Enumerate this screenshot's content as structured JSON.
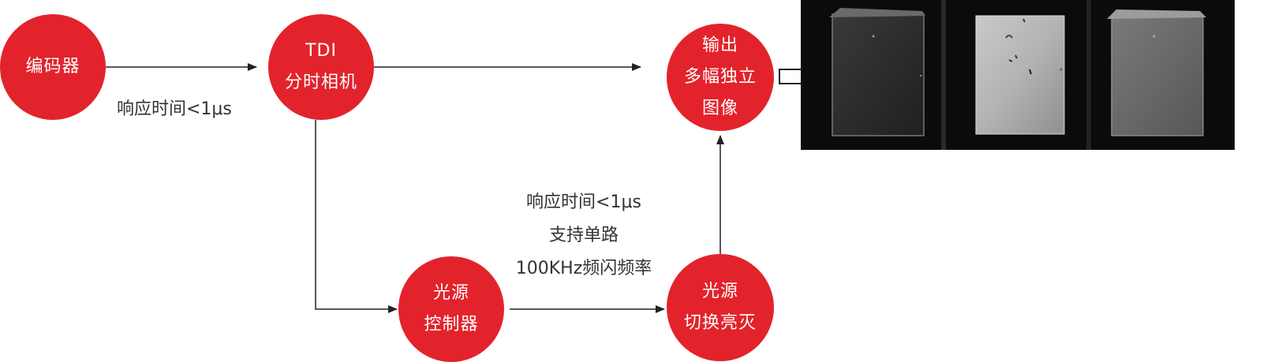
{
  "colors": {
    "node_fill": "#e3232b",
    "node_text": "#ffffff",
    "arrow": "#222222",
    "label_text": "#333333",
    "panel_bg": "#0b0b0b"
  },
  "nodes": {
    "encoder": {
      "lines": [
        "编码器"
      ]
    },
    "camera": {
      "lines": [
        "TDI",
        "分时相机"
      ]
    },
    "output": {
      "lines": [
        "输出",
        "多幅独立",
        "图像"
      ]
    },
    "light_controller": {
      "lines": [
        "光源",
        "控制器"
      ]
    },
    "light_switch": {
      "lines": [
        "光源",
        "切换亮灭"
      ]
    }
  },
  "labels": {
    "encoder_to_camera": "响应时间<1μs",
    "controller_to_switch": [
      "响应时间<1μs",
      "支持单路",
      "100KHz频闪频率"
    ]
  },
  "output_images": {
    "count": 3,
    "shading": [
      "dark",
      "bright-with-defects",
      "medium"
    ]
  }
}
